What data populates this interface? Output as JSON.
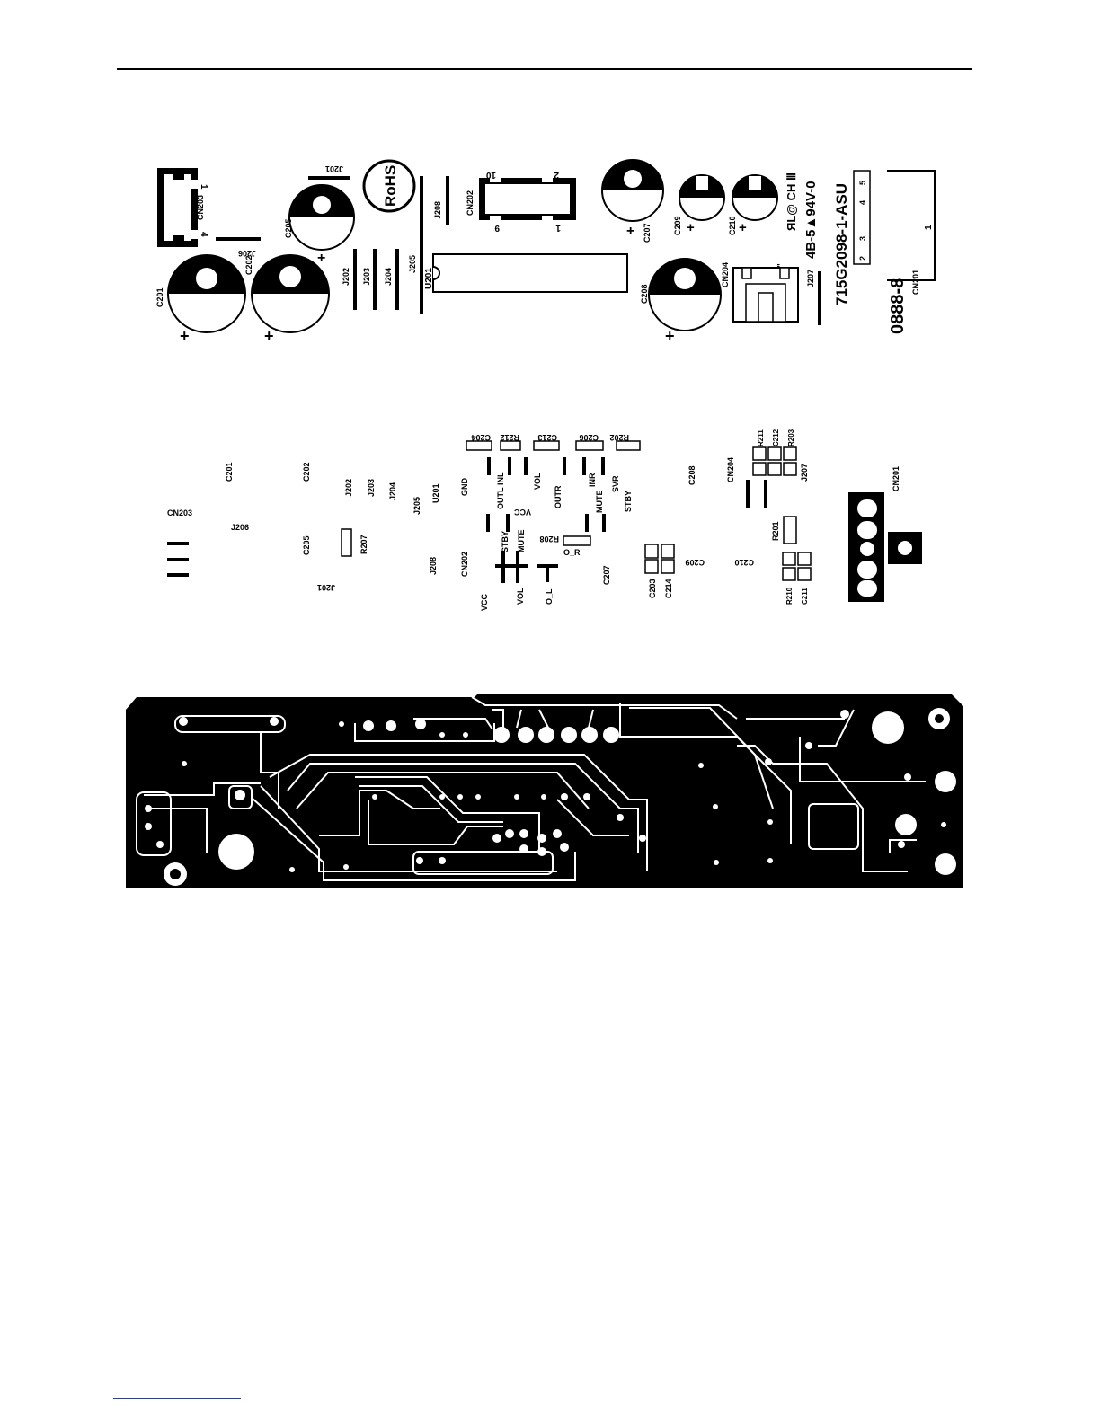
{
  "colors": {
    "ink": "#000000",
    "paper": "#ffffff",
    "link_rule": "#1a3cc8"
  },
  "silk_top": {
    "logo_text": "RoHS",
    "board_code": "715G2098-1-ASU",
    "flammability": "4B-5▲94V-0",
    "ul_mark": "ЯL@ CH Ⅲ",
    "date_code": "0888-8",
    "cn203_pins": [
      "1",
      "4"
    ],
    "cn202_pins": {
      "top_left": "10",
      "top_right": "2",
      "bottom_left": "9",
      "bottom_right": "1"
    },
    "cn201_pins": [
      "2",
      "3",
      "4",
      "5",
      "1"
    ],
    "labels": {
      "cn203": "CN203",
      "c201": "C201",
      "c202": "C202",
      "j206": "J206",
      "c205": "C205",
      "j201": "J201",
      "j202": "J202",
      "j203": "J203",
      "j204": "J204",
      "j205": "J205",
      "j208": "J208",
      "u201": "U201",
      "cn202": "CN202",
      "c207": "C207",
      "c209": "C209",
      "c210": "C210",
      "c208": "C208",
      "cn204": "CN204",
      "j207": "J207",
      "cn201": "CN201"
    }
  },
  "silk_bottom": {
    "labels": {
      "cn203": "CN203",
      "c201": "C201",
      "j206": "J206",
      "c202": "C202",
      "c205": "C205",
      "r207": "R207",
      "j201": "J201",
      "j202": "J202",
      "j203": "J203",
      "j204": "J204",
      "j205": "J205",
      "u201": "U201",
      "j208": "J208",
      "gnd": "GND",
      "cn202": "CN202",
      "vcc_bottom": "VCC",
      "c204": "C204",
      "r212": "R212",
      "c213": "C213",
      "c206": "C206",
      "r202": "R202",
      "outl": "OUTL",
      "inl": "INL",
      "vol_top": "VOL",
      "vcc_mid": "VCC",
      "outr": "OUTR",
      "inr": "INR",
      "svr": "SVR",
      "stby_right": "STBY",
      "mute_right": "MUTE",
      "stby_left": "STBY",
      "mute_left": "MUTE",
      "r208": "R208",
      "o_r": "O_R",
      "vol_bottom": "VOL",
      "o_l": "O_L",
      "c207": "C207",
      "c203": "C203",
      "c214": "C214",
      "c209": "C209",
      "c210": "C210",
      "c208": "C208",
      "cn204": "CN204",
      "r211": "R211",
      "c212": "C212",
      "r203": "R203",
      "j207": "J207",
      "r201": "R201",
      "r210": "R210",
      "c211": "C211",
      "cn201": "CN201"
    }
  }
}
